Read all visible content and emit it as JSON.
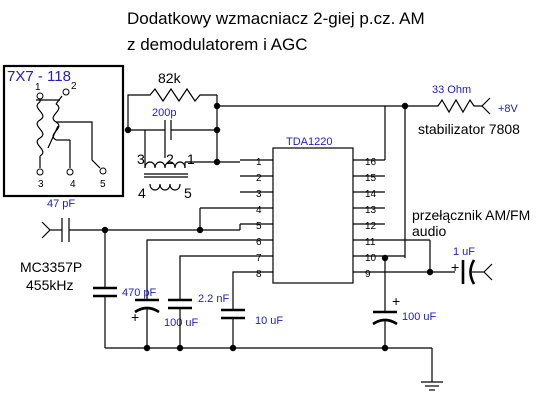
{
  "title": {
    "line1": "Dodatkowy wzmacniacz 2-giej  p.cz. AM",
    "line2": "z demodulatorem i AGC"
  },
  "filter_box": {
    "label": "7X7 - 118",
    "pins": [
      "1",
      "2",
      "3",
      "4",
      "5"
    ]
  },
  "ic": {
    "name": "TDA1220",
    "left_pins": [
      "1",
      "2",
      "3",
      "4",
      "5",
      "6",
      "7",
      "8"
    ],
    "right_pins": [
      "16",
      "15",
      "14",
      "13",
      "12",
      "11",
      "10",
      "9"
    ]
  },
  "components": {
    "r_feedback": "82k",
    "c_tank": "200p",
    "coil_pins": [
      "3",
      "2",
      "1",
      "4",
      "5"
    ],
    "r_supply": "33  Ohm",
    "supply_voltage": "+8V",
    "regulator_note": "stabilizator 7808",
    "c_input": "47 pF",
    "filter_name": "MC3357P",
    "filter_freq": "455kHz",
    "c_470": "470 pF",
    "c_2n2": "2.2 nF",
    "c_100u_left": "100 uF",
    "c_10u": "10 uF",
    "c_100u_right": "100 uF",
    "c_output": "1 uF",
    "switch_note": "przełącznik AM/FM",
    "audio_note": "audio"
  }
}
